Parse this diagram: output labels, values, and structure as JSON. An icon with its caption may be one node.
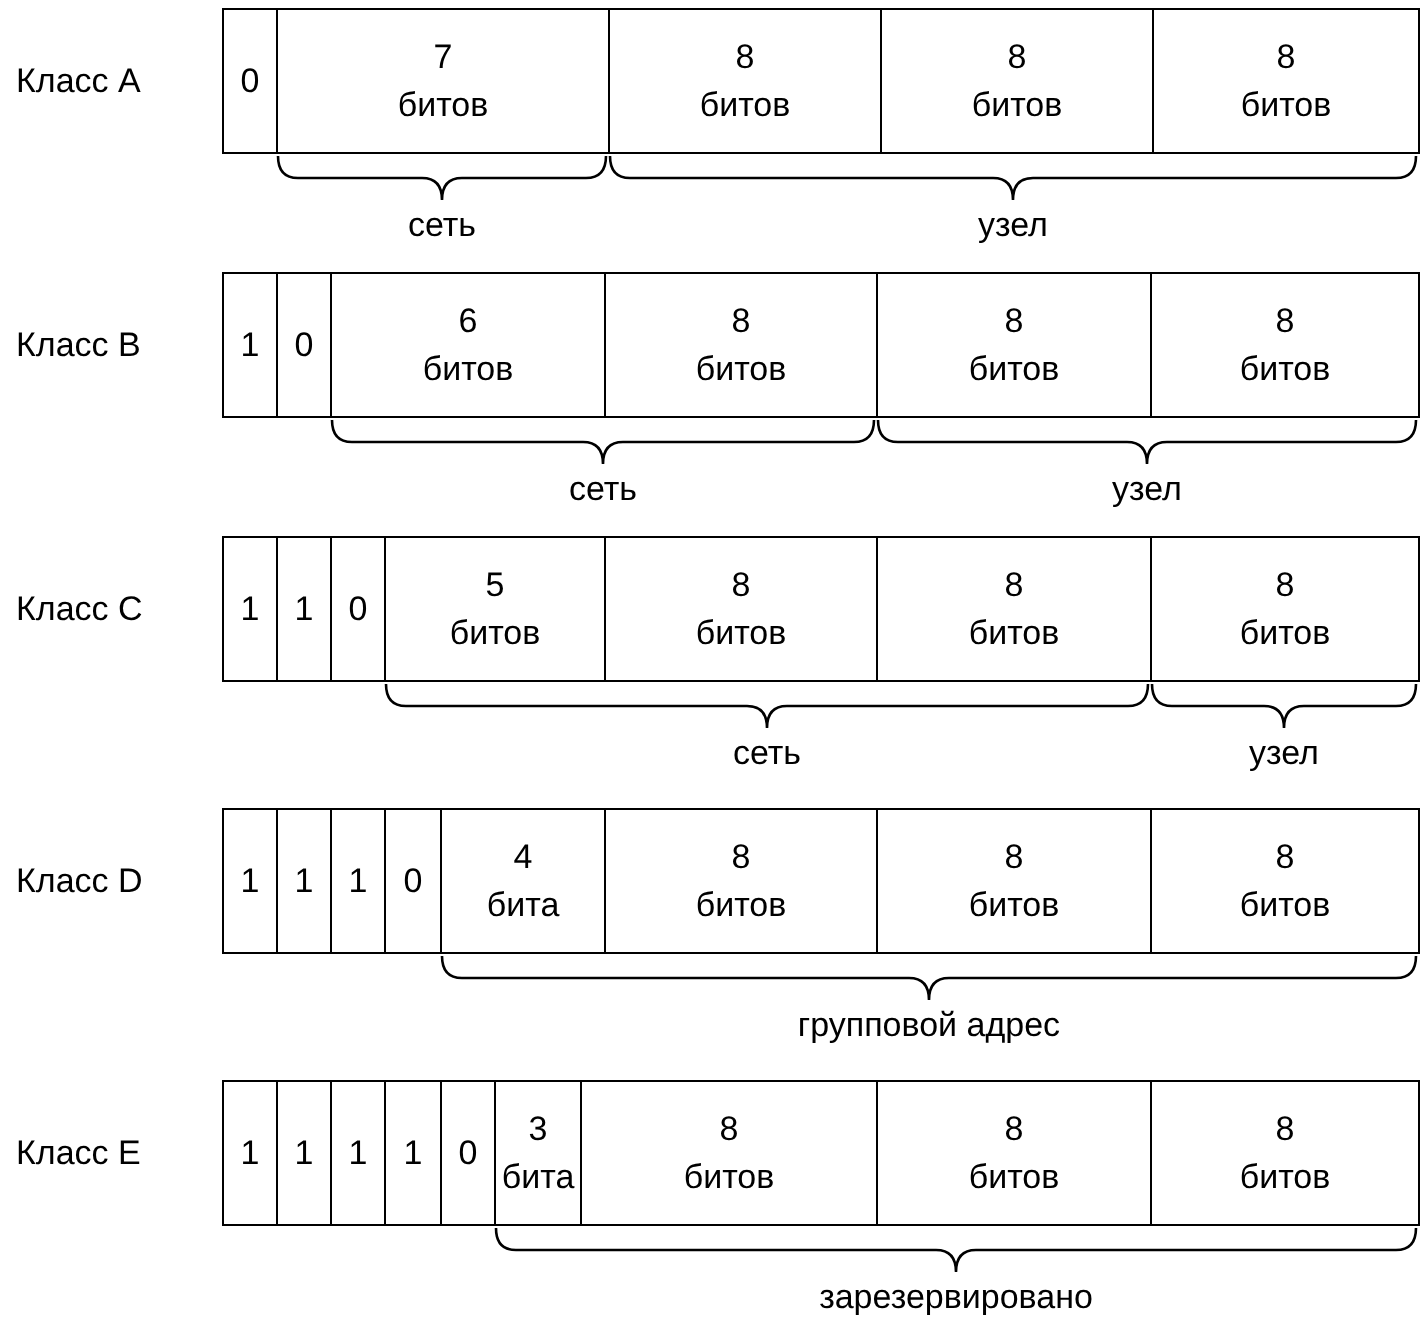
{
  "diagram": {
    "nodes": [
      {
        "text": [
          "0"
        ]
      },
      {
        "text": [
          "7 битов"
        ]
      },
      {
        "text": [
          "8 битов"
        ]
      },
      {
        "text": [
          "8 битов"
        ]
      },
      {
        "text": [
          "8 битов"
        ]
      },
      {
        "text": [
          "1"
        ]
      },
      {
        "text": [
          "0"
        ]
      },
      {
        "text": [
          "6 битов"
        ]
      },
      {
        "text": [
          "8 битов"
        ]
      },
      {
        "text": [
          "8 битов"
        ]
      },
      {
        "text": [
          "8 битов"
        ]
      },
      {
        "text": [
          "1"
        ]
      },
      {
        "text": [
          "1"
        ]
      },
      {
        "text": [
          "0"
        ]
      },
      {
        "text": [
          "5 битов"
        ]
      },
      {
        "text": [
          "8 битов"
        ]
      },
      {
        "text": [
          "8 битов"
        ]
      },
      {
        "text": [
          "8 битов"
        ]
      },
      {
        "text": [
          "1"
        ]
      },
      {
        "text": [
          "1"
        ]
      },
      {
        "text": [
          "1"
        ]
      },
      {
        "text": [
          "0"
        ]
      },
      {
        "text": [
          "4 бита"
        ]
      },
      {
        "text": [
          "8 битов"
        ]
      },
      {
        "text": [
          "8 битов"
        ]
      },
      {
        "text": [
          "8 битов"
        ]
      },
      {
        "text": [
          "1"
        ]
      },
      {
        "text": [
          "1"
        ]
      },
      {
        "text": [
          "1"
        ]
      },
      {
        "text": [
          "1"
        ]
      },
      {
        "text": [
          "0"
        ]
      },
      {
        "text": [
          "3 бита"
        ]
      },
      {
        "text": [
          "8 битов"
        ]
      },
      {
        "text": [
          "8 битов"
        ]
      },
      {
        "text": [
          "8 битов"
        ]
      }
    ],
    "labels": [
      "Класс A",
      "сеть",
      "узел",
      "Класс B",
      "сеть",
      "узел",
      "Класс C",
      "сеть",
      "узел",
      "Класс D",
      "групповой адрес",
      "Класс E",
      "зарезервировано"
    ]
  }
}
